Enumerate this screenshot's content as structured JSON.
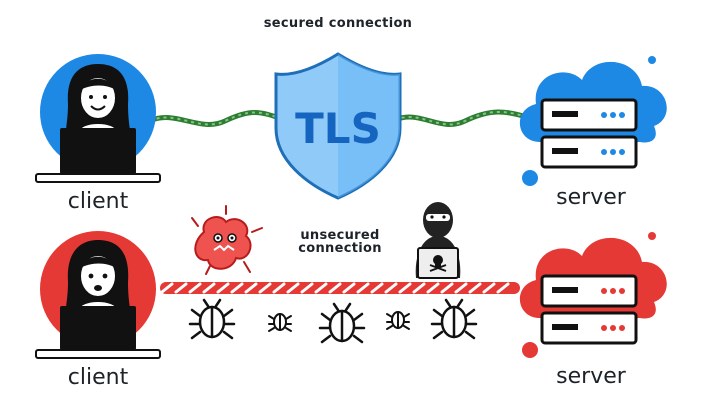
{
  "secure": {
    "caption": "secured connection",
    "shield_text": "TLS",
    "client_label": "client",
    "server_label": "server",
    "accent": "#1e88e5",
    "rope_color": "#2e7d32"
  },
  "insecure": {
    "caption_line1": "unsecured",
    "caption_line2": "connection",
    "client_label": "client",
    "server_label": "server",
    "accent": "#e53935",
    "rope_color": "#e53935"
  },
  "icons": [
    "woman-with-laptop-icon",
    "shield-icon",
    "server-cloud-icon",
    "hacker-icon",
    "virus-icon",
    "bug-icon",
    "skull-icon"
  ]
}
